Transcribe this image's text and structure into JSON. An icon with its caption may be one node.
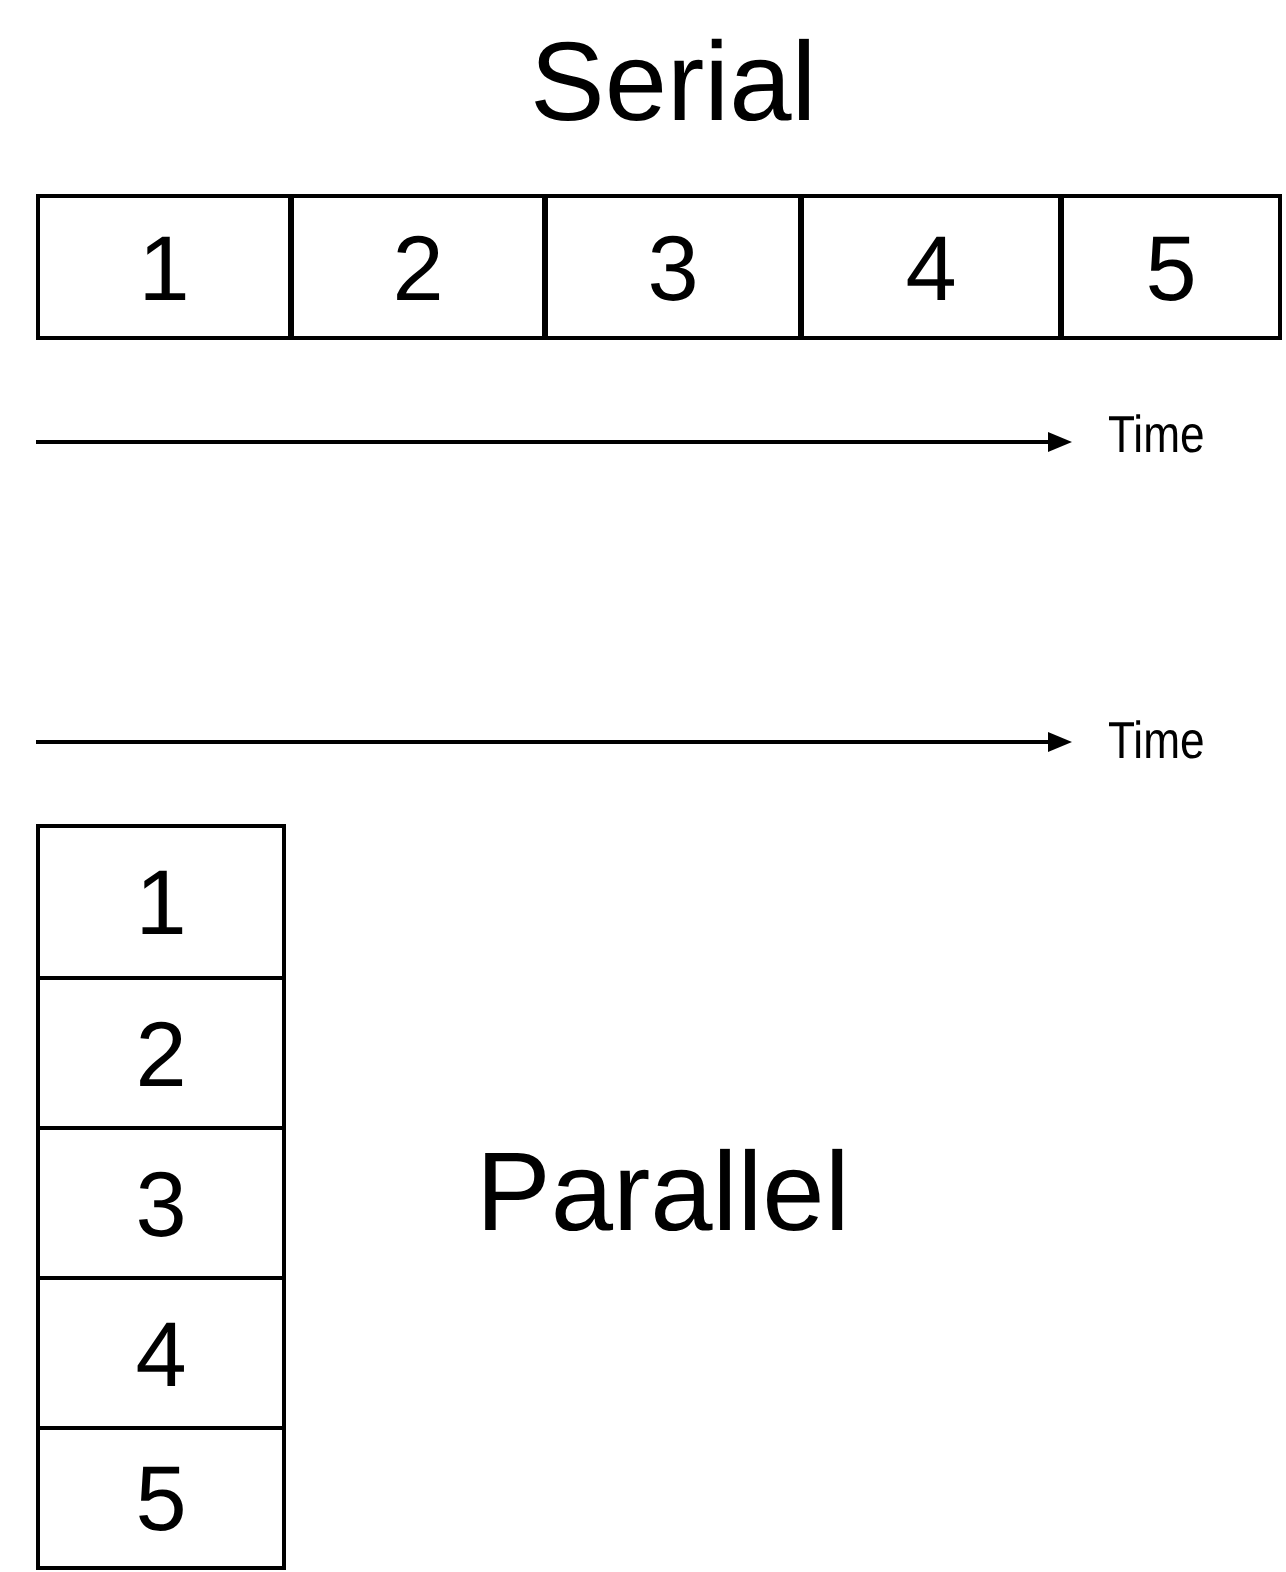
{
  "diagram": {
    "nodes": [
      {
        "text": [
          "1"
        ]
      },
      {
        "text": [
          "2"
        ]
      },
      {
        "text": [
          "3"
        ]
      },
      {
        "text": [
          "4"
        ]
      },
      {
        "text": [
          "5"
        ]
      },
      {
        "text": [
          "1"
        ]
      },
      {
        "text": [
          "2"
        ]
      },
      {
        "text": [
          "3"
        ]
      },
      {
        "text": [
          "4"
        ]
      },
      {
        "text": [
          "5"
        ]
      }
    ],
    "edges": [],
    "labels": [
      "Serial",
      "Time",
      "Time",
      "Parallel"
    ]
  }
}
